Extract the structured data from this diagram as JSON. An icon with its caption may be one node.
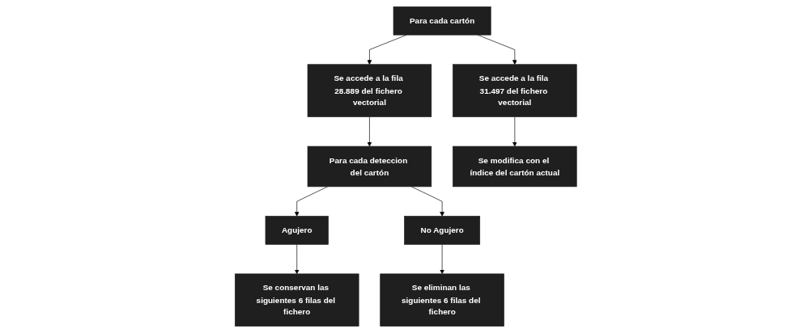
{
  "diagram": {
    "nodes": [
      {
        "text": [
          "Para cada cartón"
        ]
      },
      {
        "text": [
          "Se accede a la fila 28.889 del fichero vectorial"
        ]
      },
      {
        "text": [
          "Para cada deteccion del cartón"
        ]
      },
      {
        "text": [
          "Se accede a la fila 31.497 del fichero vectorial"
        ]
      },
      {
        "text": [
          "Agujero"
        ]
      },
      {
        "text": [
          "No Agujero"
        ]
      },
      {
        "text": [
          "Se modifica con el índice del cartón actual"
        ]
      },
      {
        "text": [
          "Se conservan las siguientes 6 filas del fichero"
        ]
      },
      {
        "text": [
          "Se eliminan las siguientes 6 filas del fichero"
        ]
      }
    ],
    "edges": [
      {
        "from": 0,
        "to": 1,
        "arrow": "to"
      },
      {
        "from": 1,
        "to": 2,
        "arrow": "to"
      },
      {
        "from": 0,
        "to": 3,
        "arrow": "to"
      },
      {
        "from": 3,
        "to": 6,
        "arrow": "to"
      },
      {
        "from": 2,
        "to": 4,
        "arrow": "to"
      },
      {
        "from": 2,
        "to": 5,
        "arrow": "to"
      },
      {
        "from": 4,
        "to": 7,
        "arrow": "to"
      },
      {
        "from": 5,
        "to": 8,
        "arrow": "to"
      }
    ]
  }
}
